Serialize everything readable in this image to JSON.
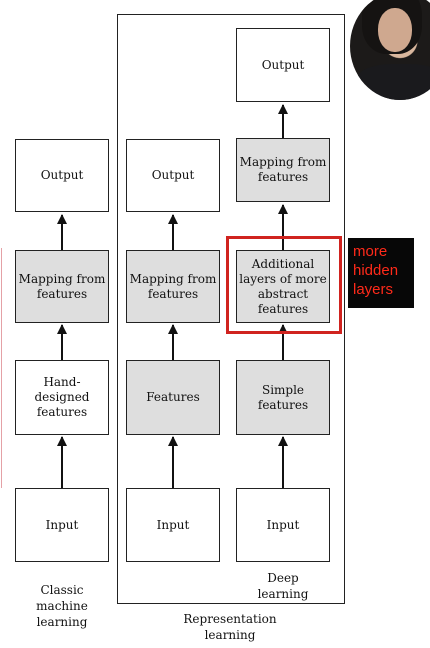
{
  "columns": {
    "classic": {
      "output": "Output",
      "mapping": "Mapping from\nfeatures",
      "features": "Hand-\ndesigned\nfeatures",
      "input": "Input",
      "caption": "Classic\nmachine\nlearning"
    },
    "representation": {
      "output": "Output",
      "mapping": "Mapping from\nfeatures",
      "features": "Features",
      "input": "Input",
      "caption": "Representation\nlearning"
    },
    "deep": {
      "output": "Output",
      "mapping": "Mapping from\nfeatures",
      "additional": "Additional\nlayers of more\nabstract\nfeatures",
      "simple": "Simple\nfeatures",
      "input": "Input",
      "caption": "Deep\nlearning"
    }
  },
  "annotation": {
    "text": "more\nhidden\nlayers",
    "color": "#ff2a1a",
    "highlight_color": "#d0231f"
  },
  "colors": {
    "learned_box": "#dedede",
    "fixed_box": "#ffffff"
  }
}
